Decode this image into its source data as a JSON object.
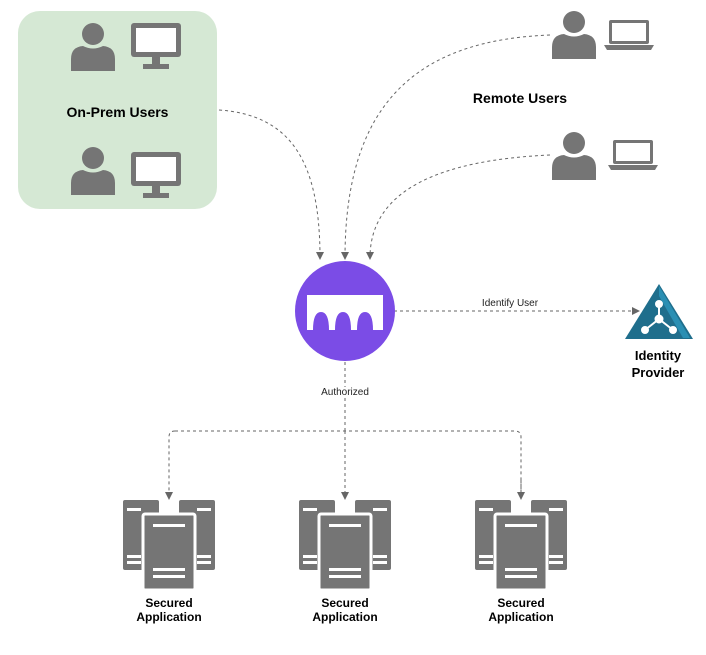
{
  "onprem": {
    "label": "On-Prem Users"
  },
  "remote": {
    "label": "Remote Users"
  },
  "edges": {
    "identify_label": "Identify User",
    "authorized_label": "Authorized"
  },
  "idp": {
    "label_line1": "Identity",
    "label_line2": "Provider"
  },
  "apps": [
    {
      "line1": "Secured",
      "line2": "Application"
    },
    {
      "line1": "Secured",
      "line2": "Application"
    },
    {
      "line1": "Secured",
      "line2": "Application"
    }
  ],
  "colors": {
    "onprem_fill": "#d5e8d4",
    "icon_gray": "#757575",
    "gateway_purple": "#7b4ce6",
    "idp_blue": "#1f6e8c",
    "edge_gray": "#666666"
  },
  "icons": {
    "user": "user-icon",
    "monitor": "monitor-icon",
    "laptop": "laptop-icon",
    "gateway": "gateway-bridge-icon",
    "idp": "identity-provider-icon",
    "server": "server-icon"
  }
}
